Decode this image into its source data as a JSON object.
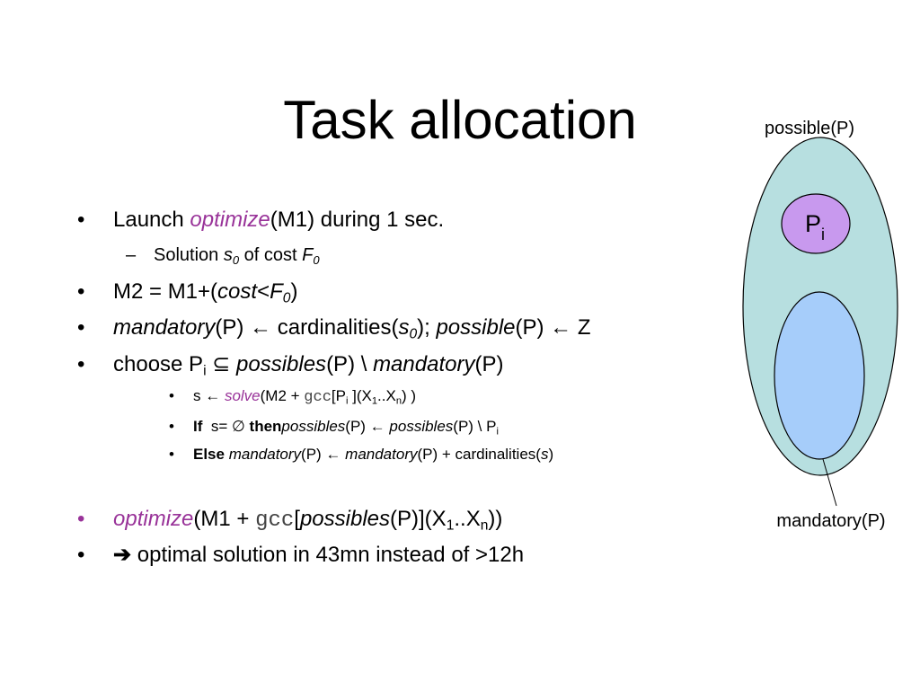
{
  "slide": {
    "title": "Task allocation"
  },
  "bullets": {
    "b1": {
      "bullet": "•",
      "p1": "Launch ",
      "p2": "optimize",
      "p3": "(M1) during 1 sec."
    },
    "b1a": {
      "bullet": "–",
      "p1": "Solution ",
      "p2": "s",
      "p3": "0",
      "p4": " of cost ",
      "p5": "F",
      "p6": "0"
    },
    "b2": {
      "bullet": "•",
      "p1": "M2 = M1+(",
      "p2": "cost",
      "p3": "<",
      "p4": "F",
      "p5": "0",
      "p6": ")"
    },
    "b3": {
      "bullet": "•",
      "p1": "mandatory",
      "p2": "(P) ← cardinalities(",
      "p3": "s",
      "p4": "0",
      "p5": "); ",
      "p6": "possible",
      "p7": "(P) ← Z"
    },
    "b4": {
      "bullet": "•",
      "p1": "choose P",
      "p2": "i",
      "p3": " ⊆ ",
      "p4": "possibles",
      "p5": "(P) \\ ",
      "p6": "mandatory",
      "p7": "(P)"
    },
    "b4a": {
      "bullet": "•",
      "p1": "s ← ",
      "p2": "solve",
      "p3": "(M2 + ",
      "p4": "gcc",
      "p5": "[P",
      "p6": "i",
      "p7": " ](X",
      "p8": "1",
      "p9": "..X",
      "p10": "n",
      "p11": ") )"
    },
    "b4b": {
      "bullet": "•",
      "p1": "If",
      "p2": "  s= ∅ ",
      "p3": "then",
      "p4": "possibles",
      "p5": "(P) ← ",
      "p6": "possibles",
      "p7": "(P) \\ P",
      "p8": "i"
    },
    "b4c": {
      "bullet": "•",
      "p1": "Else",
      "p2": " ",
      "p3": "mandatory",
      "p4": "(P) ← ",
      "p5": "mandatory",
      "p6": "(P) + cardinalities(",
      "p7": "s",
      "p8": ")"
    },
    "b5": {
      "bullet": "•",
      "p1": "optimize",
      "p2": "(M1 + ",
      "p3": "gcc",
      "p4": "[",
      "p5": "possibles",
      "p6": "(P)](X",
      "p7": "1",
      "p8": "..X",
      "p9": "n",
      "p10": "))"
    },
    "b6": {
      "bullet": "•",
      "p1": "➔",
      "p2": " optimal solution in 43mn instead of >12h"
    }
  },
  "diagram": {
    "possible_label": "possible(P)",
    "pi_label": "P",
    "pi_sub": "i",
    "mandatory_label": "mandatory(P)",
    "colors": {
      "outer_fill": "#b7dfe0",
      "pi_fill": "#c899ee",
      "mandatory_fill": "#a6cdfa",
      "accent_purple": "#993399"
    }
  }
}
